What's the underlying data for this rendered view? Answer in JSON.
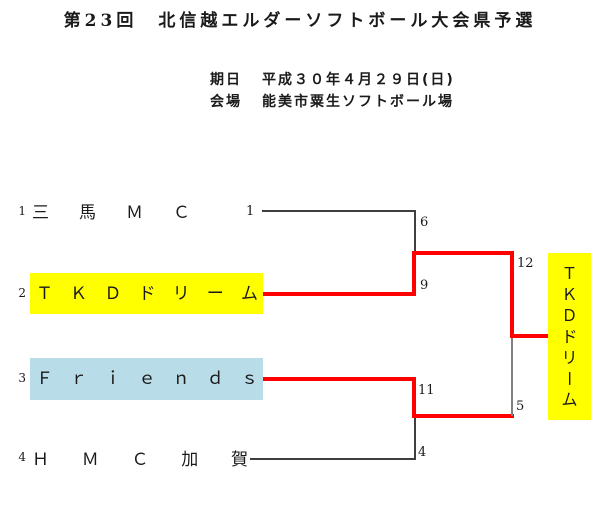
{
  "title": "第23回　北信越エルダーソフトボール大会県予選",
  "meta": {
    "date_label": "期日",
    "date_value": "平成３０年４月２９日(日)",
    "venue_label": "会場",
    "venue_value": "能美市粟生ソフトボール場"
  },
  "bracket": {
    "teams": [
      {
        "seed": "1",
        "name": "三馬ＭＣ",
        "draw_number": "1",
        "highlight": "none"
      },
      {
        "seed": "2",
        "name": "ＴＫＤドリーム",
        "highlight": "#ffff00"
      },
      {
        "seed": "3",
        "name": "Ｆｒｉｅｎｄｓ",
        "highlight": "#b9dde8"
      },
      {
        "seed": "4",
        "name": "ＨＭＣ加賀",
        "highlight": "none"
      }
    ],
    "scores": {
      "sf1_team1": "6",
      "sf1_team2": "9",
      "sf2_team3": "11",
      "sf2_team4": "4",
      "final_top": "12",
      "final_bottom": "5"
    },
    "winner": {
      "name": "ＴＫＤドリーム",
      "highlight": "#ffff00"
    }
  },
  "colors": {
    "winner_path": "#ff0000",
    "bracket_line": "#3f3f3f",
    "final_loser_line": "#808080",
    "highlight_yellow": "#ffff00",
    "highlight_blue": "#b9dde8"
  }
}
